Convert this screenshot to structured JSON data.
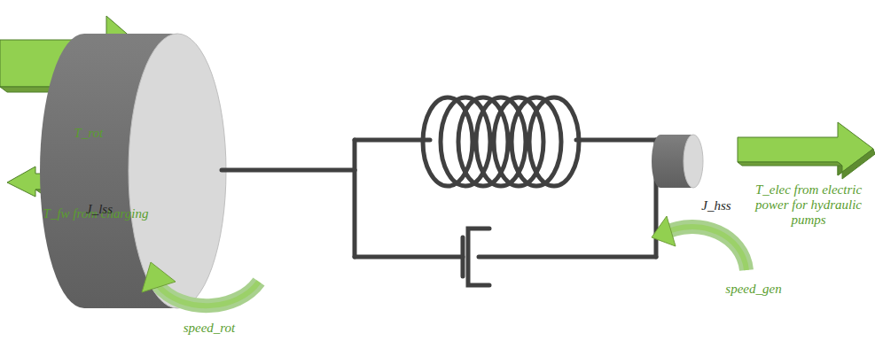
{
  "diagram": {
    "labels": [
      "T_rot",
      "T_fw from charging",
      "J_lss",
      "speed_rot",
      "J_hss",
      "speed_gen",
      "T_elec from electric power for hydraulic pumps"
    ]
  }
}
